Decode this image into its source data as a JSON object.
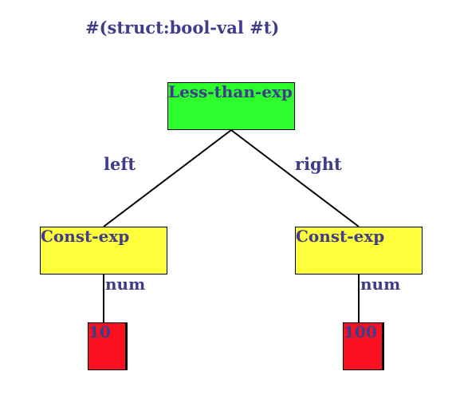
{
  "title": "#(struct:bool-val #t)",
  "colors": {
    "root_fill": "#2dfd2d",
    "inner_fill": "#fefe3a",
    "leaf_fill": "#fa1020",
    "text": "#3f3d8a",
    "edge": "#000000"
  },
  "tree": {
    "root": {
      "label": "Less-than-exp"
    },
    "left": {
      "edge_label": "left",
      "label": "Const-exp",
      "child_edge_label": "num",
      "leaf": "10"
    },
    "right": {
      "edge_label": "right",
      "label": "Const-exp",
      "child_edge_label": "num",
      "leaf": "100"
    }
  }
}
